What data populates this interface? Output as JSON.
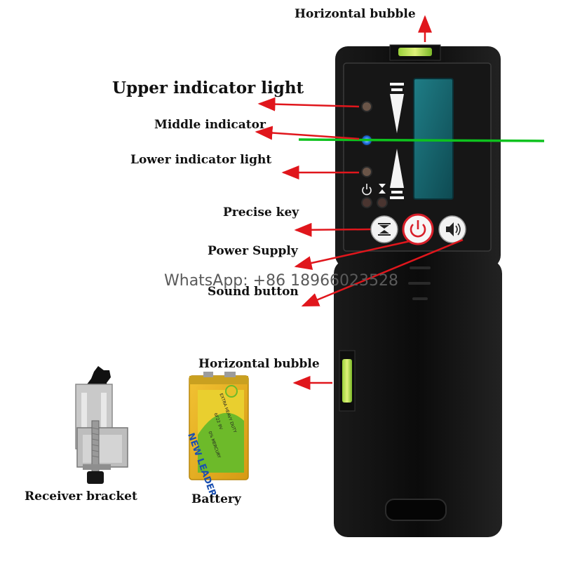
{
  "labels": {
    "horizontal_bubble_top": "Horizontal bubble",
    "upper_indicator": "Upper indicator light",
    "middle_indicator": "Middle indicator",
    "lower_indicator": "Lower indicator light",
    "precise_key": "Precise key",
    "power_supply": "Power Supply",
    "sound_button": "Sound button",
    "horizontal_bubble_side": "Horizontal bubble",
    "receiver_bracket": "Receiver bracket",
    "battery": "Battery"
  },
  "watermark": "WhatsApp: +86 18966023528",
  "battery_print": {
    "brand": "NEW LEADER",
    "line1": "EXTRA HEAVY DUTY",
    "line2": "6F22 9V",
    "line3": "0% MERCURY"
  },
  "colors": {
    "arrow": "#e0161c",
    "laser": "#0ec21e",
    "device_body": "#111111",
    "display": "#1c6e78",
    "power_button": "#d8202a"
  },
  "icons": [
    "precise-key-icon",
    "power-icon",
    "speaker-icon"
  ]
}
